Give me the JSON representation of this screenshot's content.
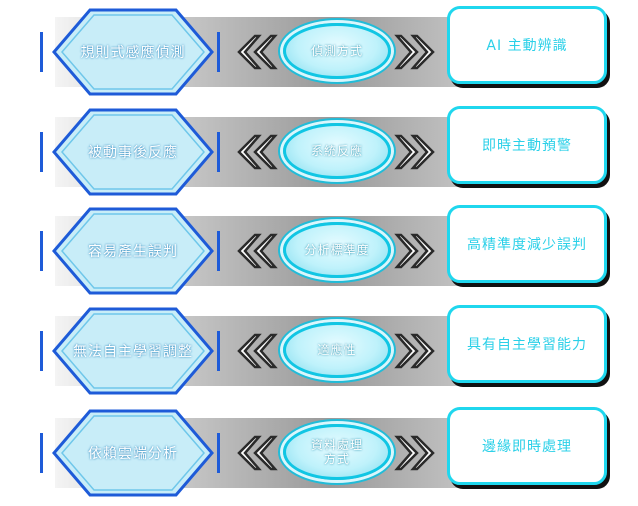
{
  "rows": [
    {
      "left": "規則式感應偵測",
      "center": "偵測方式",
      "right": "AI 主動辨識"
    },
    {
      "left": "被動事後反應",
      "center": "系統反應",
      "right": "即時主動預警"
    },
    {
      "left": "容易產生誤判",
      "center": "分析標準度",
      "right": "高精準度減少誤判"
    },
    {
      "left": "無法自主學習調整",
      "center": "適應性",
      "right": "具有自主學習能力"
    },
    {
      "left": "依賴雲端分析",
      "center": "資料處理\n方式",
      "right": "邊緣即時處理"
    }
  ],
  "colors": {
    "accent": "#1fd7ee",
    "hex_fill": "#c8edf8",
    "hex_border": "#1e5bd8",
    "arrow": "#2a2a2a"
  },
  "icons": {
    "left_arrow": "double-chevron-left-icon",
    "right_arrow": "double-chevron-right-icon"
  }
}
